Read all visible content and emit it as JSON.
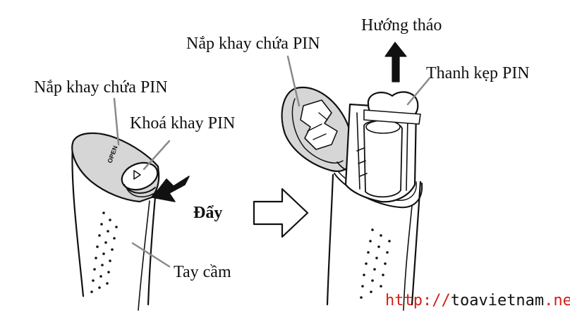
{
  "labels": {
    "battery_cover_left": "Nắp khay chứa PIN",
    "battery_lock": "Khoá khay PIN",
    "push": "Đẩy",
    "handle": "Tay cầm",
    "battery_cover_right": "Nắp khay chứa PIN",
    "removal_direction": "Hướng tháo",
    "battery_clip": "Thanh kẹp PIN"
  },
  "device_text": {
    "open_mark": "OPEN"
  },
  "watermark": {
    "prefix": "http://",
    "domain_part": "toavietnam",
    "suffix": ".net"
  },
  "colors": {
    "ink": "#111111",
    "cover_fill": "#d4d4d4",
    "watermark_red": "#d0201a"
  }
}
